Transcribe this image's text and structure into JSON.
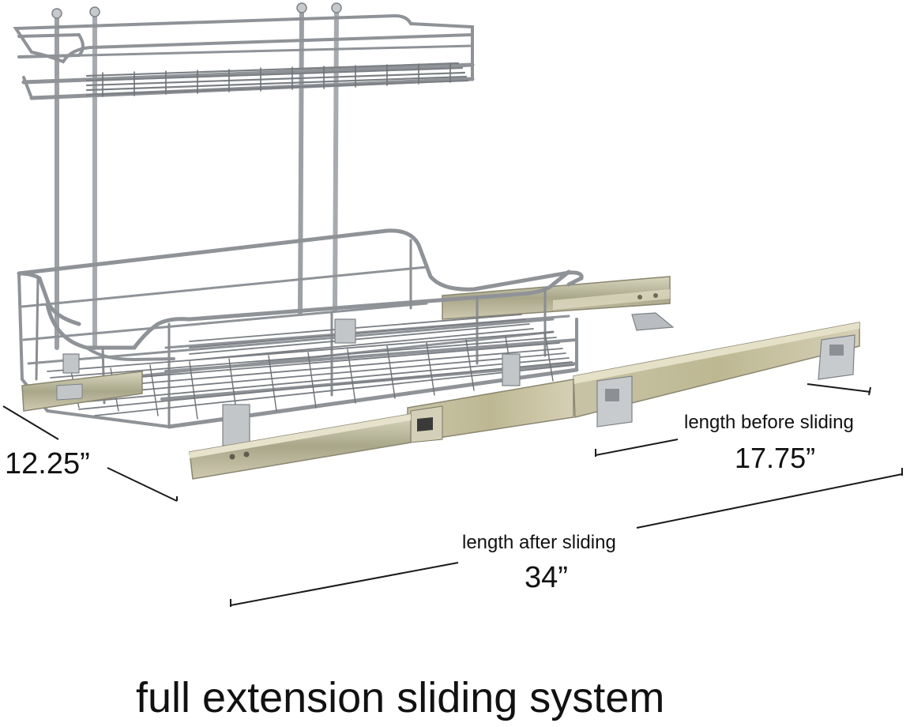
{
  "dimensions": {
    "depth": {
      "value": "12.25”"
    },
    "before_sliding": {
      "label": "length before sliding",
      "value": "17.75”"
    },
    "after_sliding": {
      "label": "length after sliding",
      "value": "34”"
    }
  },
  "caption": "full extension sliding system",
  "colors": {
    "background": "#ffffff",
    "chrome": "#9a9ea3",
    "rail_zinc": "#b9b79a",
    "text": "#111111"
  }
}
